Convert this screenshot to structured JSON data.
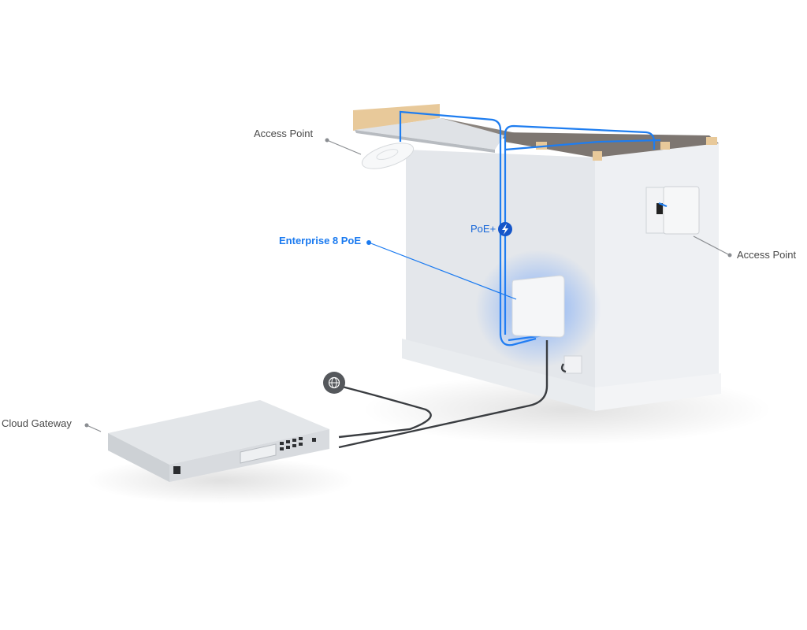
{
  "labels": {
    "access_point_ceiling": "Access Point",
    "access_point_wall": "Access Point",
    "switch": "Enterprise 8 PoE",
    "poe": "PoE+",
    "gateway": "Cloud Gateway"
  },
  "icons": {
    "poe": "lightning-bolt-icon",
    "internet": "globe-icon"
  },
  "colors": {
    "accent": "#1a7af0",
    "cable_blue": "#1e7df0",
    "label_gray": "#4a4a4a"
  }
}
